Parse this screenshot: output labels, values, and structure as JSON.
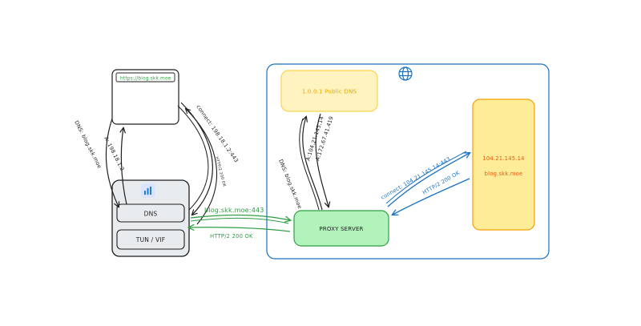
{
  "browser": {
    "url": "https://blog.skk.moe"
  },
  "client": {
    "dns_label": "DNS",
    "tun_label": "TUN / VIF"
  },
  "internet": {
    "public_dns": "1.0.0.1 Public DNS",
    "proxy_server": "PROXY SERVER",
    "origin_ip": "104.21.145.14",
    "origin_host": "blog.skk.moe"
  },
  "flows": {
    "dns_query": "DNS: blog.skk.moe",
    "dns_answer": "A: 198.18.1.2",
    "connect_fake": "connect: 198.18.1.2:443",
    "http_back_small": "HTTP/2 200 OK",
    "proxy_request": "blog.skk.moe:443",
    "proxy_response": "HTTP/2 200 OK",
    "proxy_dns_query": "DNS: blog.skk.moe",
    "proxy_dns_answer_1": "A:104.21.145.14",
    "proxy_dns_answer_2": "A:172.67.41.419",
    "connect_real": "connect: 104.21.145.14:443",
    "origin_response": "HTTP/2 200 OK"
  },
  "colors": {
    "stroke": "#1e1e1e",
    "green": "#2f9e44",
    "blue": "#1971c2",
    "dns_fill": "#fff3bf",
    "dns_stroke": "#fcd34d",
    "origin_fill": "#ffec99",
    "origin_stroke": "#f59f00",
    "origin_text": "#e8590c",
    "proxy_fill": "#b2f2bb",
    "client_fill": "#e9ecef",
    "frame_stroke": "#1971c2"
  },
  "icons": {
    "browser_url_color": "#2f9e44",
    "globe": "globe-icon",
    "app": "app-logo-icon"
  }
}
